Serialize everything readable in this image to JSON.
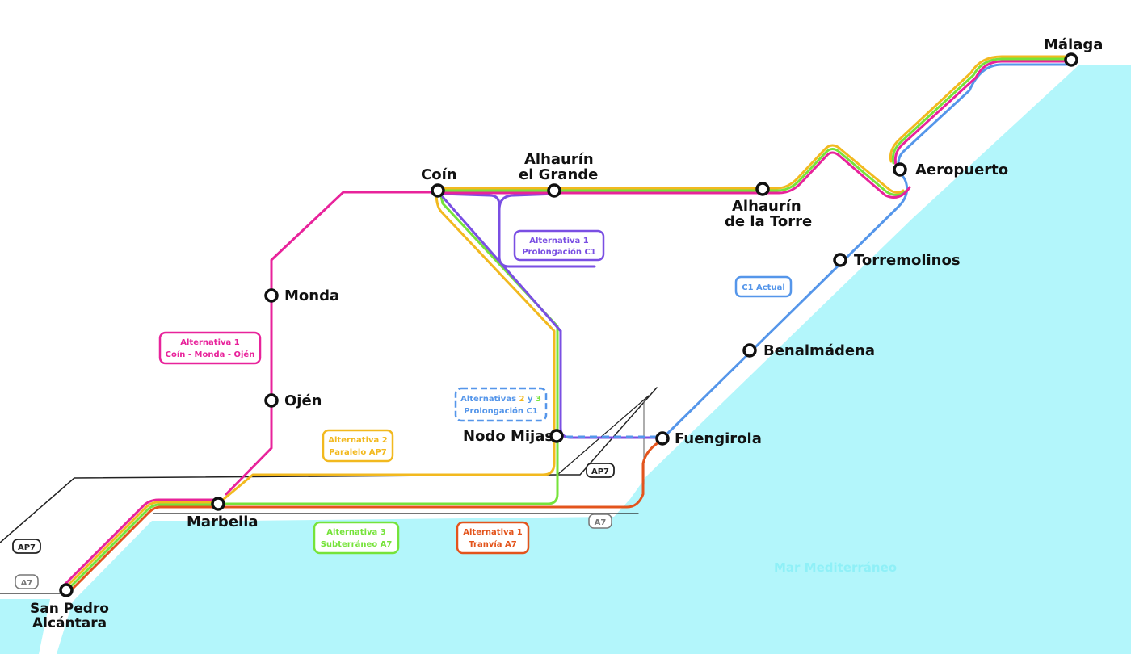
{
  "colors": {
    "sea": "#b3f6fb",
    "alt1_coin": "#e8239b",
    "alt1_c1": "#7a4fe3",
    "alt2": "#f2b91f",
    "alt3": "#76e33a",
    "alt1_tranvia": "#e3541c",
    "c1_actual": "#5596ea",
    "road": "#222222",
    "road_grey": "#777777"
  },
  "stations": {
    "malaga": "Málaga",
    "aeropuerto": "Aeropuerto",
    "coin": "Coín",
    "alhaurin_grande_1": "Alhaurín",
    "alhaurin_grande_2": "el Grande",
    "alhaurin_torre_1": "Alhaurín",
    "alhaurin_torre_2": "de la Torre",
    "torremolinos": "Torremolinos",
    "monda": "Monda",
    "benalmadena": "Benalmádena",
    "ojen": "Ojén",
    "nodo_mijas": "Nodo Mijas",
    "fuengirola": "Fuengirola",
    "marbella": "Marbella",
    "san_pedro_1": "San Pedro",
    "san_pedro_2": "Alcántara"
  },
  "labels": {
    "alt1_c1_line1": "Alternativa 1",
    "alt1_c1_line2": "Prolongación C1",
    "c1_actual": "C1 Actual",
    "alt1_coin_line1": "Alternativa 1",
    "alt1_coin_line2": "Coín - Monda - Ojén",
    "alt23_pre": "Alternativas ",
    "alt23_two": "2",
    "alt23_y": " y ",
    "alt23_three": "3",
    "alt23_line2": "Prolongación C1",
    "alt2_line1": "Alternativa 2",
    "alt2_line2": "Paralelo AP7",
    "alt3_line1": "Alternativa 3",
    "alt3_line2": "Subterráneo A7",
    "alt1_tranvia_line1": "Alternativa 1",
    "alt1_tranvia_line2": "Tranvía A7"
  },
  "roads": {
    "ap7": "AP7",
    "a7": "A7"
  },
  "sea_label": "Mar Mediterráneo"
}
